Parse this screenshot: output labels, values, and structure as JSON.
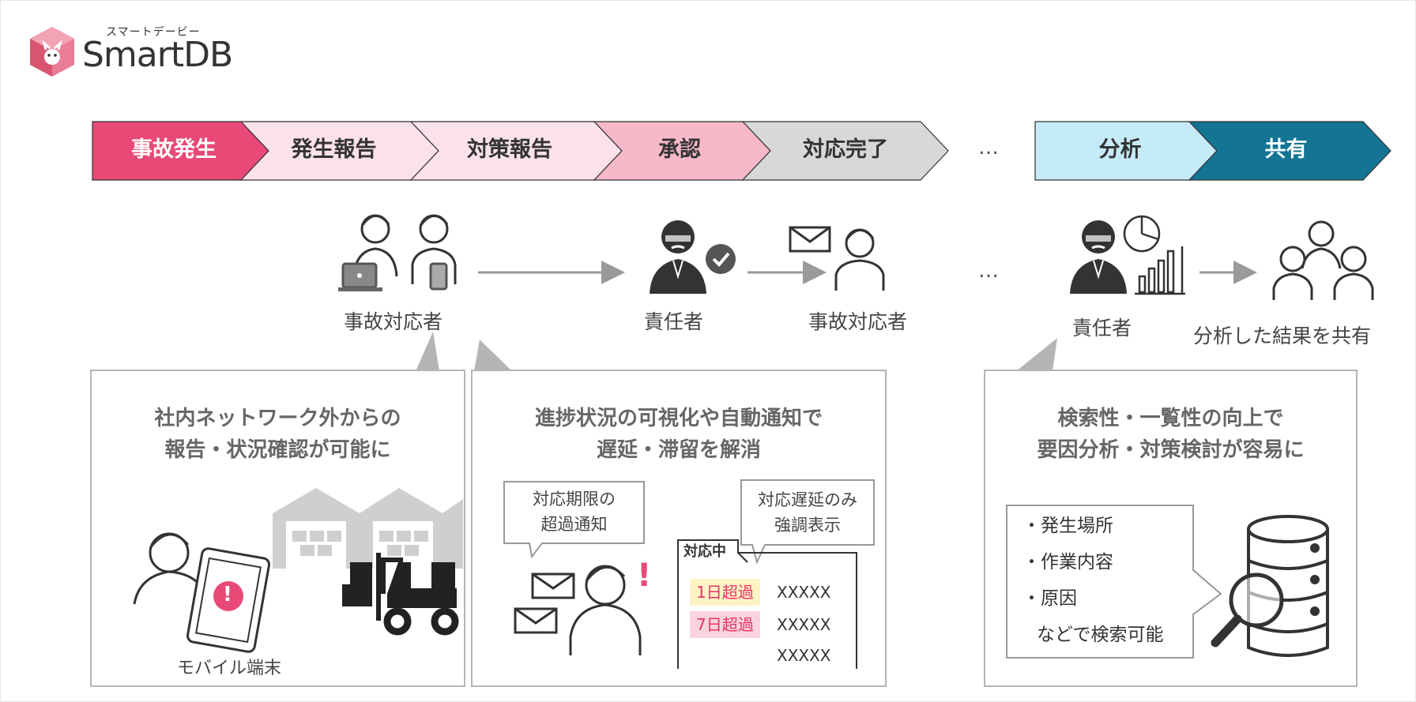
{
  "logo": {
    "kana": "スマートデービー",
    "name": "SmartDB",
    "colors": {
      "cube": "#ea7d96",
      "cube_dark": "#d9546f"
    }
  },
  "process_steps": [
    {
      "label": "事故発生",
      "fill": "#e84977",
      "text_color": "#ffffff"
    },
    {
      "label": "発生報告",
      "fill": "#fbe1ea",
      "text_color": "#333333"
    },
    {
      "label": "対策報告",
      "fill": "#fbe1ea",
      "text_color": "#333333"
    },
    {
      "label": "承認",
      "fill": "#f7b8c9",
      "text_color": "#333333"
    },
    {
      "label": "対応完了",
      "fill": "#d8d8d8",
      "text_color": "#333333"
    }
  ],
  "ellipsis": "…",
  "analysis_steps": [
    {
      "label": "分析",
      "fill": "#c6ebf8",
      "text_color": "#333333"
    },
    {
      "label": "共有",
      "fill": "#137494",
      "text_color": "#ffffff"
    }
  ],
  "roles": {
    "responder_1": "事故対応者",
    "manager_1": "責任者",
    "responder_2": "事故対応者",
    "manager_2": "責任者",
    "share": "分析した結果を共有"
  },
  "panels": [
    {
      "title_line1": "社内ネットワーク外からの",
      "title_line2": "報告・状況確認が可能に",
      "device_label": "モバイル端末",
      "alert_mark": "!"
    },
    {
      "title_line1": "進捗状況の可視化や自動通知で",
      "title_line2": "遅延・滞留を解消",
      "bubble_left_line1": "対応期限の",
      "bubble_left_line2": "超過通知",
      "bubble_right_line1": "対応遅延のみ",
      "bubble_right_line2": "強調表示",
      "exclaim": "!",
      "sheet_header": "対応中",
      "rows": [
        {
          "tag": "1日超過",
          "tag_bg": "#fdf3c4",
          "value": "XXXXX"
        },
        {
          "tag": "7日超過",
          "tag_bg": "#fbd3de",
          "value": "XXXXX"
        },
        {
          "tag": "",
          "tag_bg": "",
          "value": "XXXXX"
        }
      ]
    },
    {
      "title_line1": "検索性・一覧性の向上で",
      "title_line2": "要因分析・対策検討が容易に",
      "list": [
        "・発生場所",
        "・作業内容",
        "・原因"
      ],
      "list_footer": "などで検索可能"
    }
  ],
  "colors": {
    "arrow_gray": "#9a9a9a",
    "panel_border": "#b5b5b5",
    "icon_dark": "#333333",
    "alert_pink": "#e84977",
    "warehouse_gray": "#cfcfcf"
  }
}
